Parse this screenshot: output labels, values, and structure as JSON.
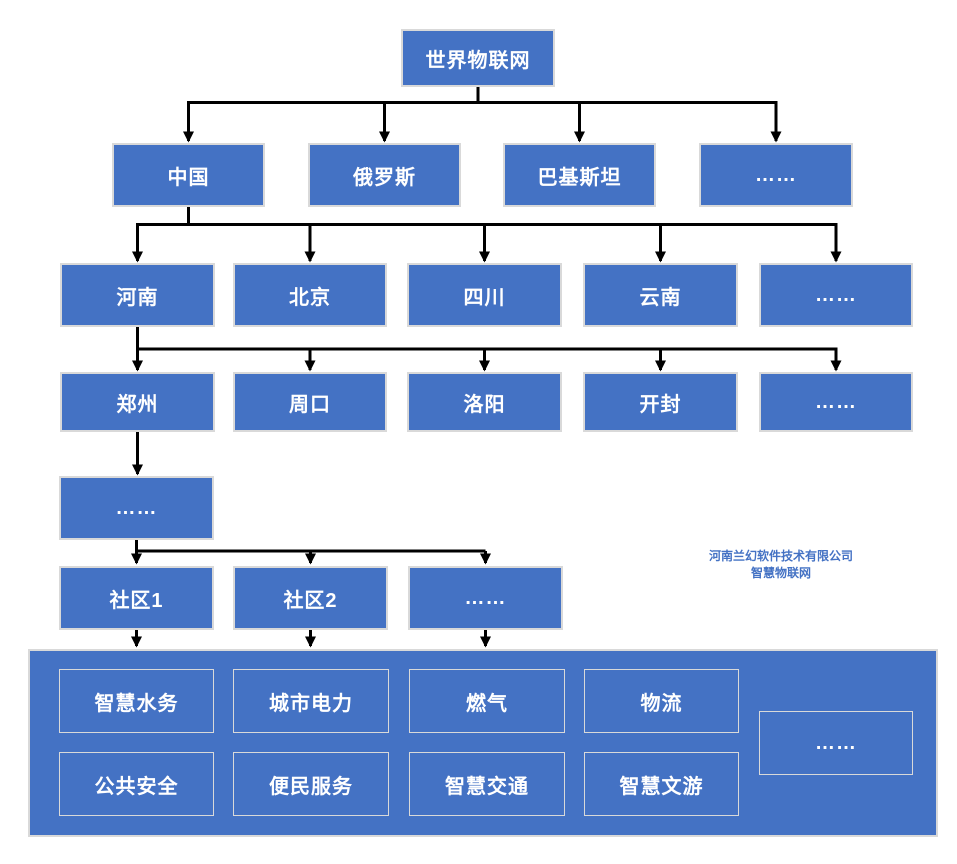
{
  "nodes": {
    "root": "世界物联网",
    "countries": [
      "中国",
      "俄罗斯",
      "巴基斯坦",
      "……"
    ],
    "provinces": [
      "河南",
      "北京",
      "四川",
      "云南",
      "……"
    ],
    "cities": [
      "郑州",
      "周口",
      "洛阳",
      "开封",
      "……"
    ],
    "districts_more": "……",
    "communities": [
      "社区1",
      "社区2",
      "……"
    ],
    "services_row1": [
      "智慧水务",
      "城市电力",
      "燃气",
      "物流"
    ],
    "services_row2": [
      "公共安全",
      "便民服务",
      "智慧交通",
      "智慧文游"
    ],
    "services_more": "……"
  },
  "watermark": {
    "line1": "河南兰幻软件技术有限公司",
    "line2": "智慧物联网"
  },
  "colors": {
    "node_fill": "#4472C4",
    "node_border": "#D9D9D9",
    "node_text": "#FFFFFF",
    "arrow": "#000000",
    "watermark_text": "#4472C4",
    "background": "#FFFFFF"
  }
}
